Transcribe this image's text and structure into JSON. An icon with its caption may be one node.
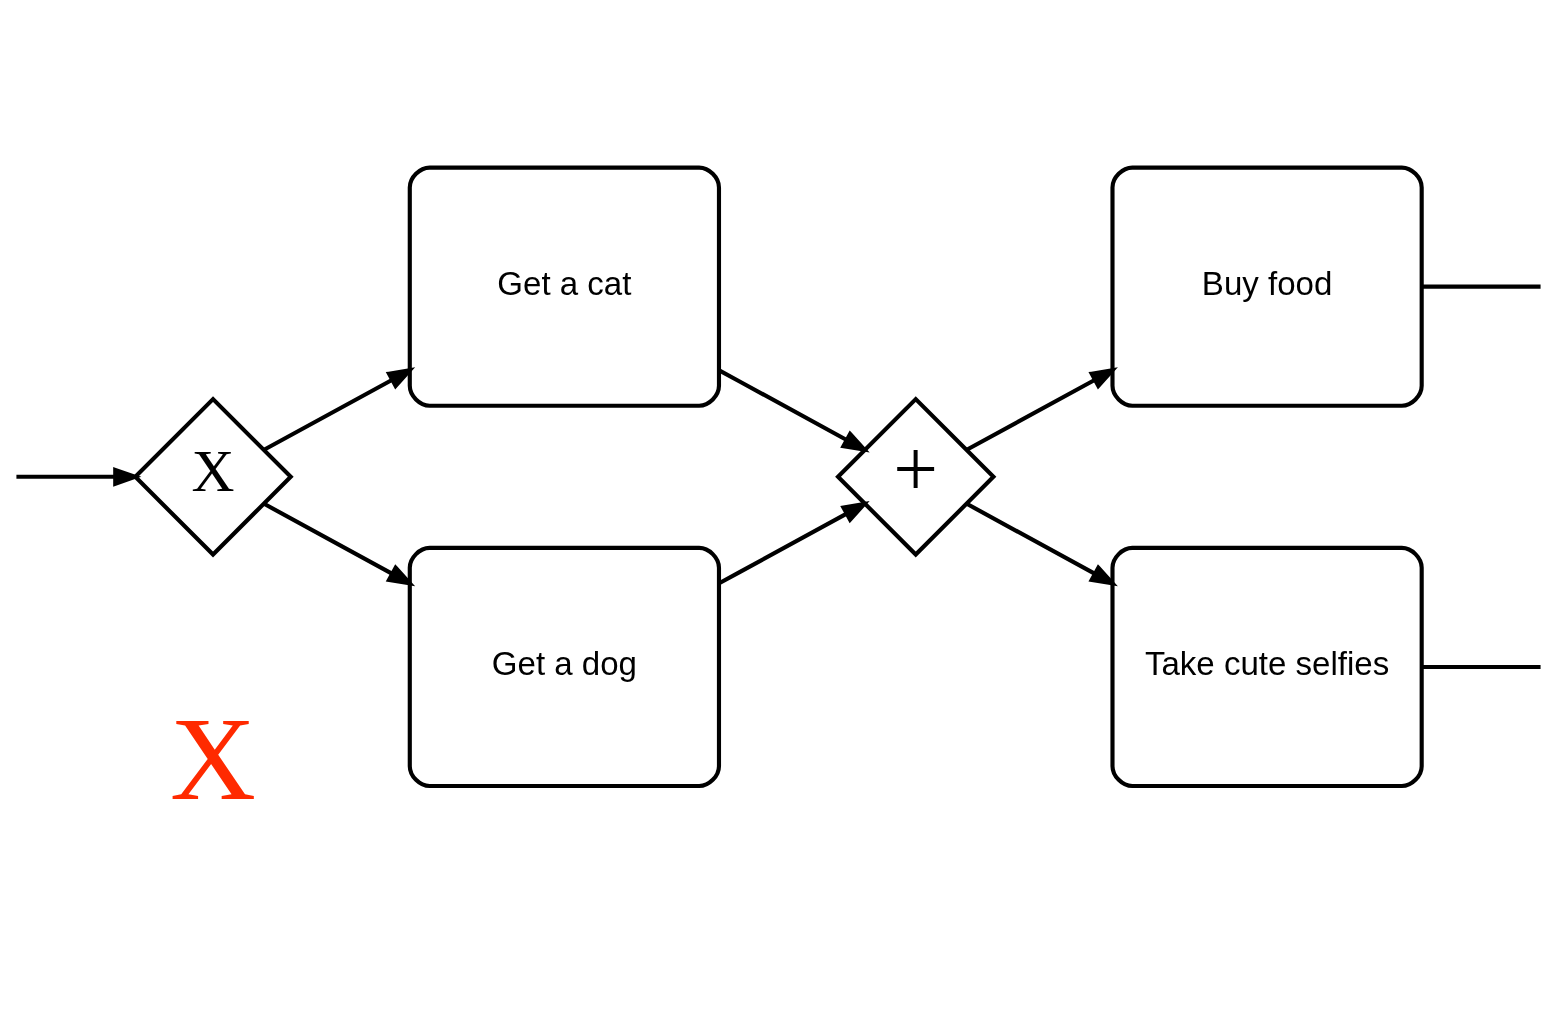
{
  "diagram": {
    "nodes": [
      {
        "text": [
          "X"
        ]
      },
      {
        "text": [
          "Get a cat"
        ]
      },
      {
        "text": [
          "Get a dog"
        ]
      },
      {
        "text": [
          "+"
        ]
      },
      {
        "text": [
          "Buy food"
        ]
      },
      {
        "text": [
          "Take cute selfies"
        ]
      }
    ],
    "edges": [
      {
        "from": null,
        "to": 0,
        "arrow": "to"
      },
      {
        "from": 0,
        "to": 1,
        "arrow": "to"
      },
      {
        "from": 0,
        "to": 2,
        "arrow": "to"
      },
      {
        "from": 1,
        "to": 3,
        "arrow": "to"
      },
      {
        "from": 2,
        "to": 3,
        "arrow": "to"
      },
      {
        "from": 3,
        "to": 4,
        "arrow": "to"
      },
      {
        "from": 3,
        "to": 5,
        "arrow": "to"
      },
      {
        "from": 4,
        "to": null,
        "arrow": "none"
      },
      {
        "from": 5,
        "to": null,
        "arrow": "none"
      }
    ],
    "labels": [
      "X"
    ]
  }
}
